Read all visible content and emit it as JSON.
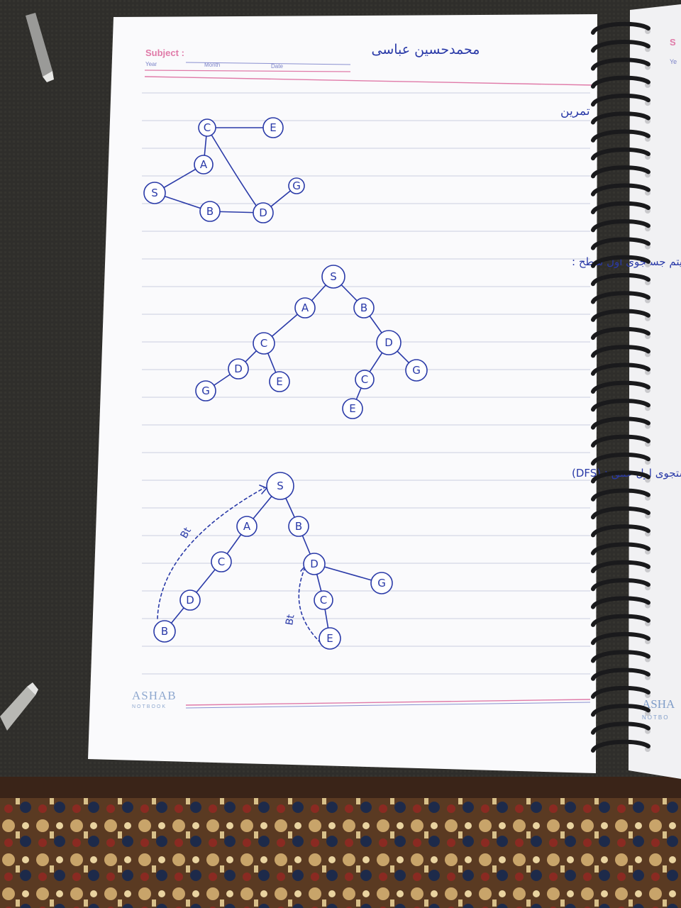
{
  "notebook": {
    "header_subject_label": "Subject :",
    "header_year_label": "Year",
    "header_month_label": "Month",
    "header_date_label": "Date",
    "author_name": "محمدحسین عباسی",
    "brand_name": "ASHAB",
    "brand_tagline": "NOTBOOK",
    "next_page_subject_fragment": "S",
    "next_page_year_fragment": "Ye",
    "next_page_brand_fragment": "ASHA",
    "next_page_tagline_fragment": "NOTBO"
  },
  "sections": {
    "exercise_heading": "تمرین",
    "bfs_heading": "الگوریتم جستجوی اول سطح :",
    "dfs_heading": "الگوریتم جستجوی اول عمق : (DFS)",
    "backtrack_label": "Bt"
  },
  "graph_nodes": [
    "S",
    "A",
    "B",
    "C",
    "D",
    "E",
    "G"
  ],
  "colors": {
    "ink": "#2a3aa8",
    "paper": "#ffffff",
    "header_pink": "#e07aa8",
    "rule_blue": "#c9cfe0",
    "folder": "#2b2a28",
    "carpet": "#6b4a2a"
  }
}
